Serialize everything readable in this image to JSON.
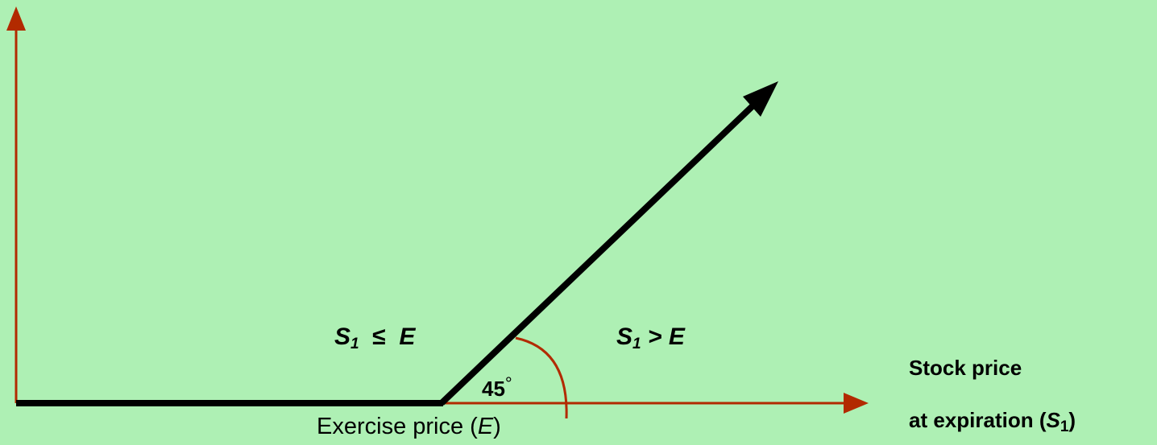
{
  "colors": {
    "background": "#aef0b4",
    "axis": "#b22a00",
    "payoff_line": "#000000",
    "angle_arc": "#b22a00"
  },
  "region_left": {
    "symbol": "S",
    "subscript": "1",
    "relation": "≤",
    "rhs": "E"
  },
  "region_right": {
    "symbol": "S",
    "subscript": "1",
    "relation": ">",
    "rhs": "E"
  },
  "angle": {
    "value": "45",
    "unit": "°"
  },
  "exercise_price": {
    "text": "Exercise price (",
    "symbol": "E",
    "close": ")"
  },
  "x_axis_label": {
    "line1": "Stock price",
    "line2_text": "at expiration (",
    "line2_symbol": "S",
    "line2_subscript": "1",
    "line2_close": ")"
  }
}
